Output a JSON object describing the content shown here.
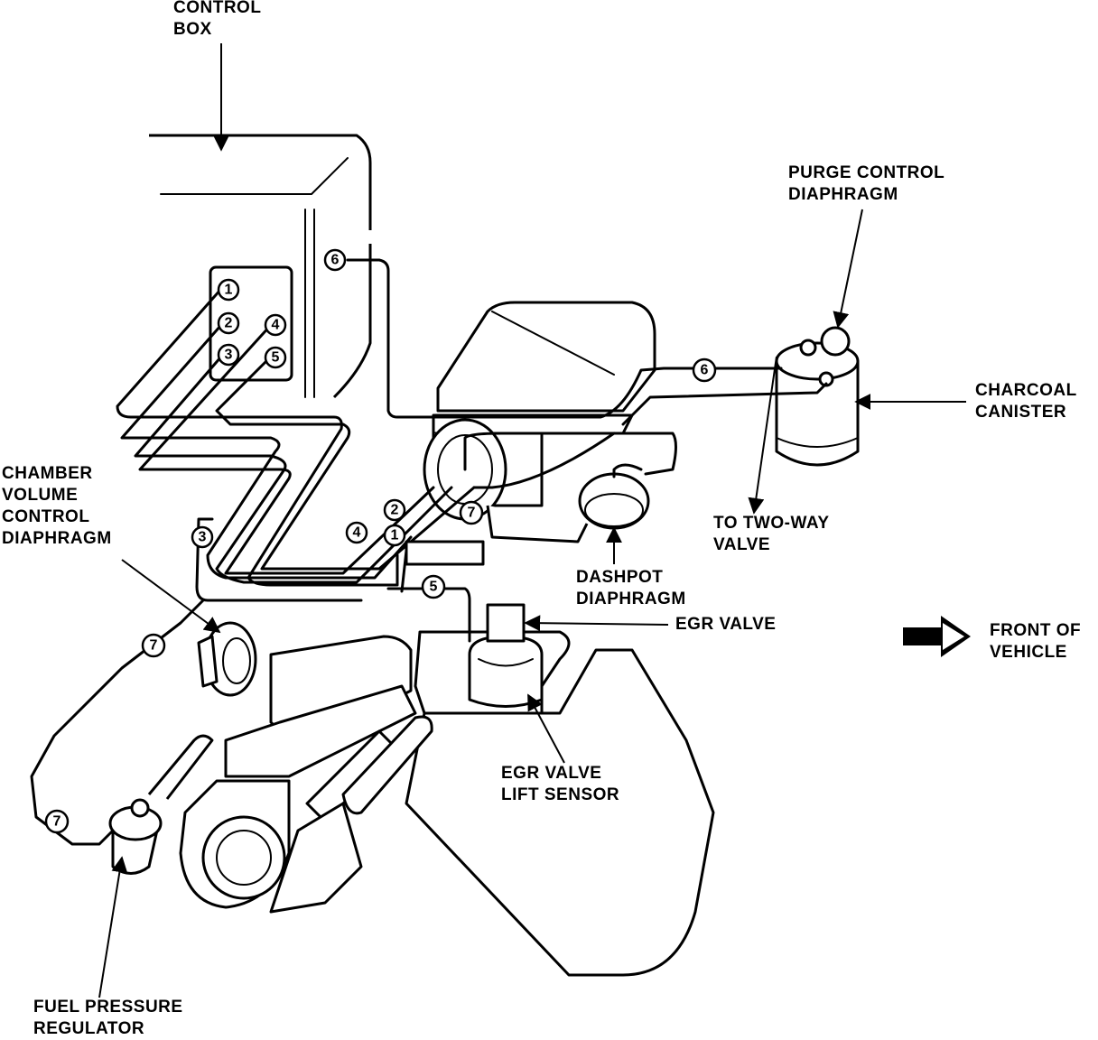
{
  "labels": {
    "control_box": [
      "CONTROL",
      "BOX"
    ],
    "purge_control_diaphragm": [
      "PURGE CONTROL",
      "DIAPHRAGM"
    ],
    "charcoal_canister": [
      "CHARCOAL",
      "CANISTER"
    ],
    "chamber_volume_control_diaphragm": [
      "CHAMBER",
      "VOLUME",
      "CONTROL",
      "DIAPHRAGM"
    ],
    "to_two_way_valve": [
      "TO TWO-WAY",
      "VALVE"
    ],
    "dashpot_diaphragm": [
      "DASHPOT",
      "DIAPHRAGM"
    ],
    "egr_valve": [
      "EGR VALVE"
    ],
    "front_of_vehicle": [
      "FRONT OF",
      "VEHICLE"
    ],
    "egr_valve_lift_sensor": [
      "EGR VALVE",
      "LIFT SENSOR"
    ],
    "fuel_pressure_regulator": [
      "FUEL PRESSURE",
      "REGULATOR"
    ]
  },
  "hose_numbers": {
    "box_1": "1",
    "box_2": "2",
    "box_3": "3",
    "box_4": "4",
    "box_5": "5",
    "box_6": "6",
    "canister_6": "6",
    "left_3": "3",
    "center_4": "4",
    "center_2": "2",
    "center_1": "1",
    "center_7": "7",
    "egr_5": "5",
    "left_7": "7",
    "fpr_7": "7"
  }
}
